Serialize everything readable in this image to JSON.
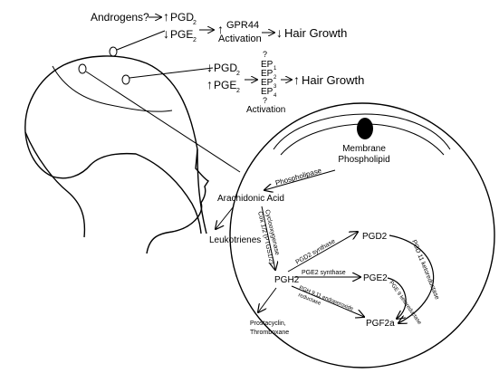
{
  "colors": {
    "ink": "#000000",
    "background": "#ffffff"
  },
  "top_pathway": {
    "androgens": "Androgens?",
    "up_arrow": "↑",
    "down_arrow": "↓",
    "pgd": "PGD",
    "pgd_sub": "2",
    "pge": "PGE",
    "pge_sub": "2",
    "receptor": "GPR44",
    "activation": "Activation",
    "hair_growth": "Hair Growth"
  },
  "middle_pathway": {
    "down_arrow": "↓",
    "up_arrow": "↑",
    "pgd": "PGD",
    "pgd_sub": "2",
    "pge": "PGE",
    "pge_sub": "2",
    "question": "?",
    "ep_base": "EP",
    "ep1_sub": "1",
    "ep2_sub": "2",
    "ep3_sub": "3",
    "ep4_sub": "4",
    "activation": "Activation",
    "hair_growth": "Hair Growth"
  },
  "cell_pathway": {
    "membrane_line1": "Membrane",
    "membrane_line2": "Phospholipid",
    "phospholipase": "Phospholipase",
    "arachidonic_acid": "Arachidonic Acid",
    "leukotrienes": "Leukotrienes",
    "cyclooxygenase_line1": "Cyclooxygenase",
    "cyclooxygenase_line2": "Cox 1/2 (PTGS1/2)",
    "pgh2": "PGH2",
    "pgd2": "PGD2",
    "pge2": "PGE2",
    "pgf2a": "PGF2a",
    "pgd2_synthase": "PGD2 synthase",
    "pge2_synthase": "PGE2 synthase",
    "pgh_reductase_line1": "PGH 9,11 endoperoxide",
    "pgh_reductase_line2": "reductase",
    "pgd_ketoreductase": "PGD 11 ketoreductase",
    "pge_ketoreductase": "PGE 9 ketoreductase",
    "prostacyclin_line1": "Prostacyclin,",
    "prostacyclin_line2": "Thromboxane"
  }
}
